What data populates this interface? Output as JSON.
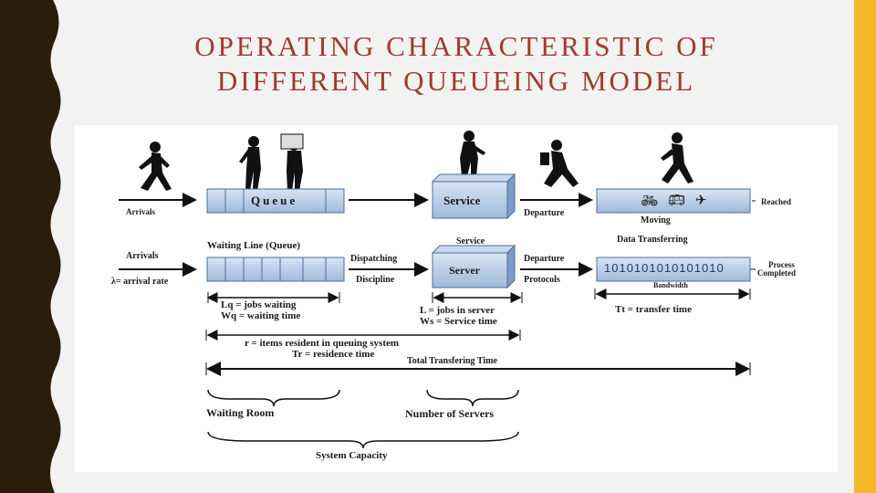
{
  "slide": {
    "title_line1": "OPERATING CHARACTERISTIC OF",
    "title_line2": "DIFFERENT QUEUEING MODEL",
    "colors": {
      "title": "#a13a2e",
      "accent_band": "#f6b82b",
      "left_band": "#2a1d0c",
      "box_fill": "#b8cde6",
      "box_stroke": "#4a6f9e"
    }
  },
  "diagram": {
    "top_row": {
      "arrivals": "Arrivals",
      "queue": "Queue",
      "service": "Service",
      "departure": "Departure",
      "reached": "Reached",
      "moving": "Moving",
      "icons": [
        "bicycle-icon",
        "bus-icon",
        "airplane-icon"
      ]
    },
    "bottom_row": {
      "arrivals": "Arrivals",
      "arrival_rate": "λ= arrival rate",
      "waiting_line": "Waiting Line (Queue)",
      "dispatching": "Dispatching",
      "discipline": "Discipline",
      "service_top": "Service",
      "server": "Server",
      "departure": "Departure",
      "protocols": "Protocols",
      "data_transferring": "Data Transferring",
      "binary": "1010101010101010",
      "bandwidth": "Bandwidth",
      "process_completed_1": "Process",
      "process_completed_2": "Completed"
    },
    "metrics": {
      "lq": "Lq = jobs waiting",
      "wq": "Wq = waiting time",
      "ls": "L = jobs in server",
      "ws": "Ws = Service time",
      "tt": "Tt  =  transfer time",
      "r": "r = items resident in queuing system",
      "tr": "Tr = residence time",
      "total": "Total Transfering Time"
    },
    "braces": {
      "waiting_room": "Waiting Room",
      "num_servers": "Number of Servers",
      "system_capacity": "System Capacity"
    }
  }
}
